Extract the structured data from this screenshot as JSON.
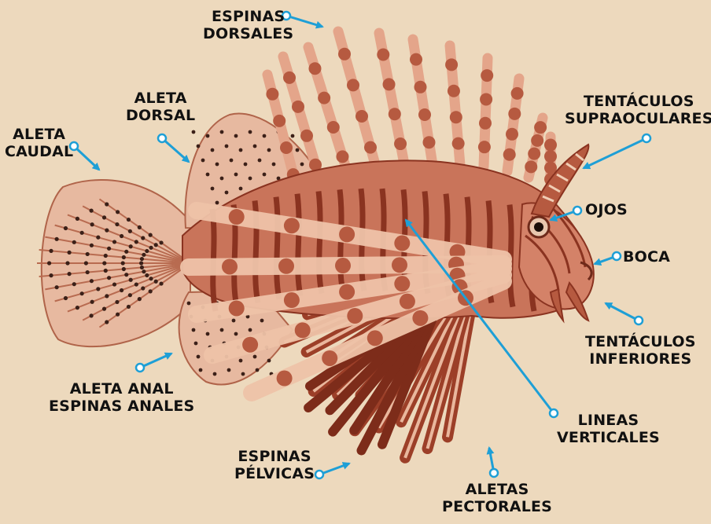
{
  "colors": {
    "background": "#edd9bd",
    "label_text": "#111111",
    "pointer": "#1e9fd6",
    "fish_body": "#c9745a",
    "fish_stripe": "#8a3320",
    "fin_membrane": "#e7b9a0",
    "fin_spots": "#3b2018"
  },
  "labels": {
    "espinas_dorsales": {
      "line1": "ESPINAS",
      "line2": "DORSALES",
      "icon": "pointer-line-icon"
    },
    "aleta_dorsal": {
      "line1": "ALETA",
      "line2": "DORSAL",
      "icon": "pointer-line-icon"
    },
    "aleta_caudal": {
      "line1": "ALETA",
      "line2": "CAUDAL",
      "icon": "pointer-line-icon"
    },
    "tentaculos_supraoculares": {
      "line1": "TENTÁCULOS",
      "line2": "SUPRAOCULARES",
      "icon": "pointer-line-icon"
    },
    "ojos": {
      "line1": "OJOS",
      "icon": "pointer-line-icon"
    },
    "boca": {
      "line1": "BOCA",
      "icon": "pointer-line-icon"
    },
    "tentaculos_inferiores": {
      "line1": "TENTÁCULOS",
      "line2": "INFERIORES",
      "icon": "pointer-line-icon"
    },
    "lineas_verticales": {
      "line1": "LINEAS",
      "line2": "VERTICALES",
      "icon": "pointer-line-icon"
    },
    "aleta_anal": {
      "line1": "ALETA ANAL",
      "line2": "ESPINAS ANALES",
      "icon": "pointer-line-icon"
    },
    "espinas_pelvicas": {
      "line1": "ESPINAS",
      "line2": "PÉLVICAS",
      "icon": "pointer-line-icon"
    },
    "aletas_pectorales": {
      "line1": "ALETAS",
      "line2": "PECTORALES",
      "icon": "pointer-line-icon"
    }
  }
}
